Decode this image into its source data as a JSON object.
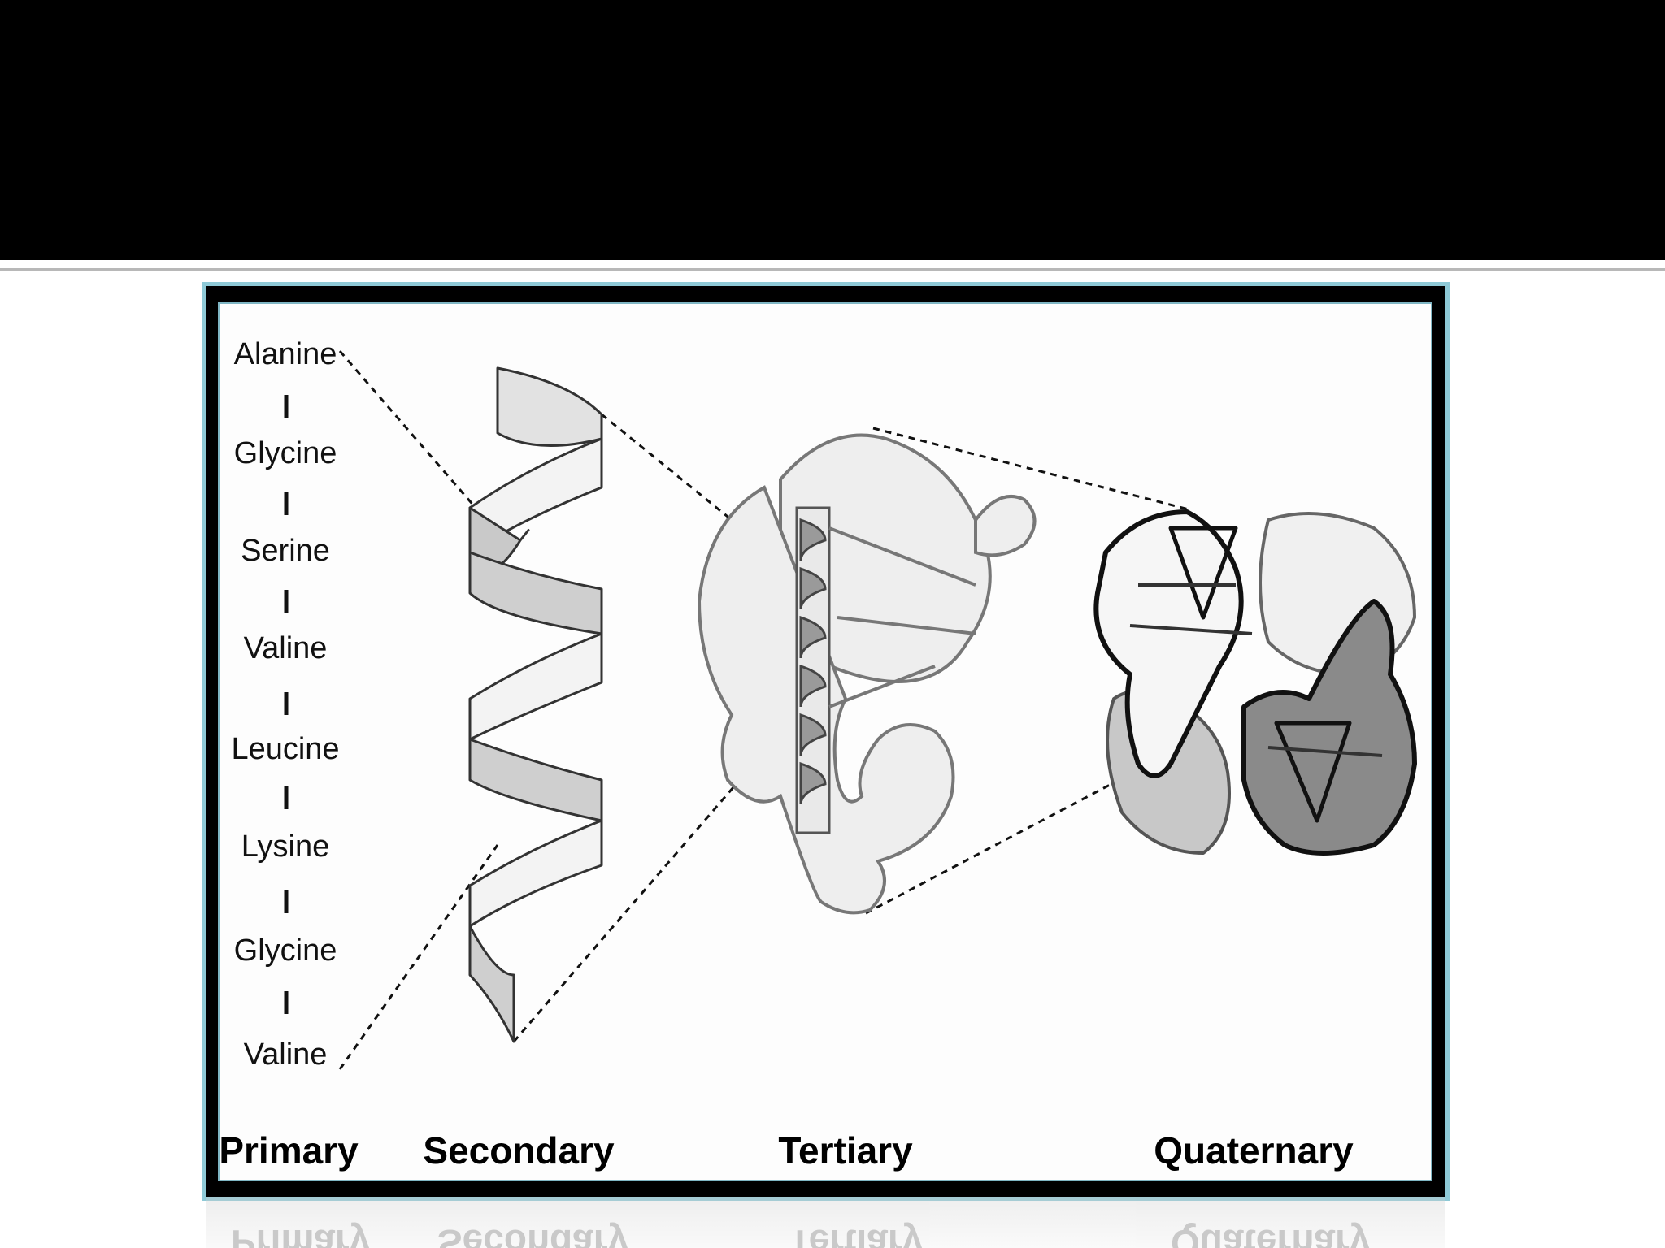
{
  "primary_sequence": [
    "Alanine",
    "Glycine",
    "Serine",
    "Valine",
    "Leucine",
    "Lysine",
    "Glycine",
    "Valine"
  ],
  "stages": {
    "primary": "Primary",
    "secondary": "Secondary",
    "tertiary": "Tertiary",
    "quaternary": "Quaternary"
  },
  "colors": {
    "header": "#000000",
    "frame_border": "#8ec9d6",
    "ribbon_light": "#eeeeee",
    "ribbon_mid": "#cfcfcf",
    "subunit_dark": "#8a8a8a"
  }
}
